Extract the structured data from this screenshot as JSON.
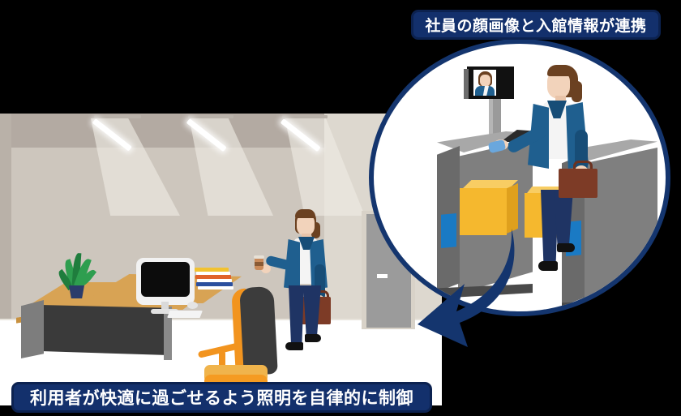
{
  "image": {
    "kind": "illustration-diagram",
    "title_top_banner": "社員の顔画像と入館情報が連携",
    "title_bottom_banner": "利用者が快適に過ごせるよう照明を自律的に制御",
    "background_color": "#000000"
  },
  "banners": {
    "top": {
      "text": "社員の顔画像と入館情報が連携",
      "fill": "#13306c",
      "border": "#0c2250",
      "text_color": "#ffffff"
    },
    "bottom": {
      "text": "利用者が快適に過ごせるよう照明を自律的に制御",
      "fill": "#13306c",
      "border": "#0c2250",
      "text_color": "#ffffff"
    }
  },
  "office_scene": {
    "label": "office-interior-with-autonomous-lighting",
    "wall_color": "#cdc6bd",
    "wall_upper_color": "#b3aaa2",
    "wall_right_color": "#ddd8cf",
    "floor_color": "#ffffff",
    "ceiling_lights": {
      "count": 3,
      "fixture_color": "#ffffff",
      "light_cone_color": "#efebe4"
    },
    "door": {
      "color": "#9b9b9b",
      "frame_color": "#d8d2c8",
      "handle_color": "#ffffff"
    },
    "desk": {
      "top_color": "#d8a354",
      "front_color": "#3a3a3a",
      "side_color": "#7d7d7d",
      "items": [
        "monitor",
        "keyboard",
        "mouse",
        "potted-plant",
        "book-stack"
      ]
    },
    "monitor": {
      "bezel_color": "#f2f2f2",
      "screen_color": "#0c0c0c"
    },
    "plant": {
      "pot_color": "#2b3c6b",
      "leaf_color": "#2e9e4f"
    },
    "books": [
      {
        "color": "#f2c230"
      },
      {
        "color": "#ffffff"
      },
      {
        "color": "#e0622a"
      },
      {
        "color": "#ffffff"
      },
      {
        "color": "#2b4f9e"
      },
      {
        "color": "#ffffff"
      }
    ],
    "chair": {
      "back_color": "#3c3c3c",
      "accent_color": "#f59b22",
      "base_color": "#a9a9a9",
      "caster_color": "#2e2e2e"
    },
    "person": {
      "label": "businesswoman-walking-with-coffee",
      "hair_color": "#6b4121",
      "skin_color": "#f2d3bb",
      "jacket_color": "#1f5f8f",
      "shirt_color": "#f4f4f4",
      "pants_color": "#1f3464",
      "shoe_color": "#111111",
      "carrying": [
        "coffee-cup",
        "briefcase"
      ],
      "briefcase_color": "#7d3b26",
      "coffee_cup_color": "#c98a5a"
    }
  },
  "circle_inset": {
    "label": "face-recognition-entrance-gate",
    "border_color": "#14356e",
    "background": "#ffffff",
    "monitor": {
      "label": "face-recognition-display",
      "frame_color": "#111111",
      "photo_background": "#ffffff",
      "pole_color": "#9a9a9a"
    },
    "gate": {
      "label": "security-flap-gate",
      "body_color": "#7f7f7f",
      "top_color": "#a8a8a8",
      "base_color": "#4a4a4a",
      "indicator_color": "#1a7ac4",
      "flap_color": "#f5b82e",
      "reader_color": "#2b2b2b"
    },
    "person": {
      "label": "businesswoman-at-gate",
      "hair_color": "#6b4121",
      "skin_color": "#f2d3bb",
      "jacket_color": "#1f6190",
      "shirt_color": "#f7f7f7",
      "pants_color": "#1f3464",
      "shoe_color": "#111111",
      "briefcase_color": "#7d3b26"
    }
  },
  "arrow": {
    "label": "curved-arrow-circle-to-office",
    "color": "#14356e",
    "direction": "down-left"
  }
}
